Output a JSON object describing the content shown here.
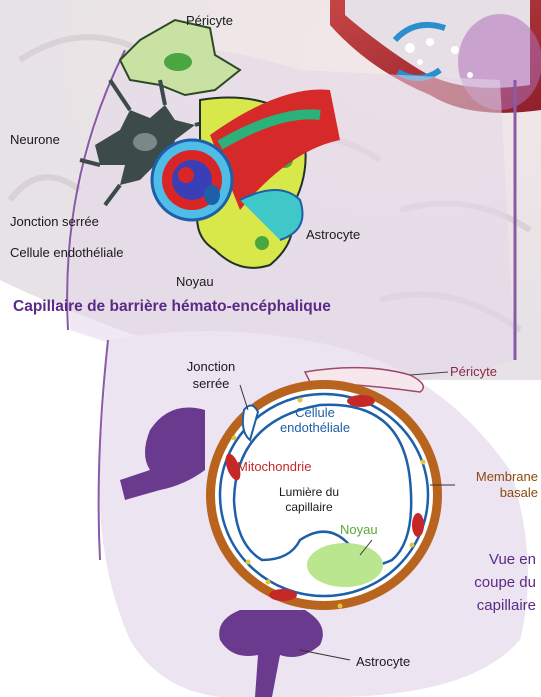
{
  "top_labels": {
    "pericyte": "Péricyte",
    "neurone": "Neurone",
    "jonction_serree": "Jonction serrée",
    "cellule_endotheliale": "Cellule endothéliale",
    "noyau": "Noyau",
    "astrocyte": "Astrocyte"
  },
  "title": "Capillaire de barrière hémato-encéphalique",
  "bottom_labels": {
    "jonction_line1": "Jonction",
    "jonction_line2": "serrée",
    "pericyte": "Péricyte",
    "cellule_line1": "Cellule",
    "cellule_line2": "endothéliale",
    "mitochondrie": "Mitochondrie",
    "lumiere_line1": "Lumière du",
    "lumiere_line2": "capillaire",
    "noyau": "Noyau",
    "membrane_line1": "Membrane",
    "membrane_line2": "basale",
    "vue_line1": "Vue en",
    "vue_line2": "coupe du",
    "vue_line3": "capillaire",
    "astrocyte": "Astrocyte"
  },
  "colors": {
    "title": "#5a2a86",
    "basement_membrane": "#b8641e",
    "endothelium": "#1d5fa8",
    "mitochondria": "#c62828",
    "nucleus": "#8fd26a",
    "astrocyte_foot": "#6a3a8f",
    "panel": "#ede4f2"
  }
}
